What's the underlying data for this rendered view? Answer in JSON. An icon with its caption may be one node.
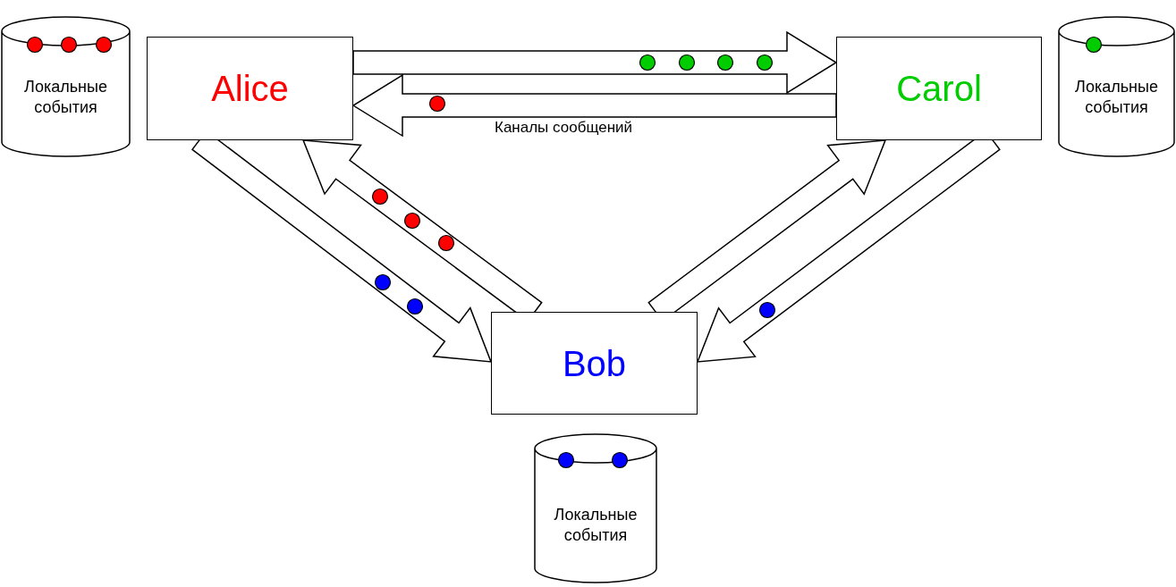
{
  "diagram": {
    "nodes": [
      {
        "text": [
          "Alice"
        ]
      },
      {
        "text": [
          "Carol"
        ]
      },
      {
        "text": [
          "Bob"
        ]
      },
      {
        "text": [
          "Локальные события"
        ]
      },
      {
        "text": [
          "Локальные события"
        ]
      },
      {
        "text": [
          "Локальные события"
        ]
      }
    ],
    "edges": [
      {
        "from": 0,
        "to": 1,
        "arrow": "to"
      },
      {
        "from": 1,
        "to": 0,
        "arrow": "to",
        "label": "Каналы сообщений"
      },
      {
        "from": 0,
        "to": 2,
        "arrow": "to"
      },
      {
        "from": 2,
        "to": 0,
        "arrow": "to"
      },
      {
        "from": 2,
        "to": 1,
        "arrow": "to"
      },
      {
        "from": 1,
        "to": 2,
        "arrow": "to"
      }
    ]
  }
}
